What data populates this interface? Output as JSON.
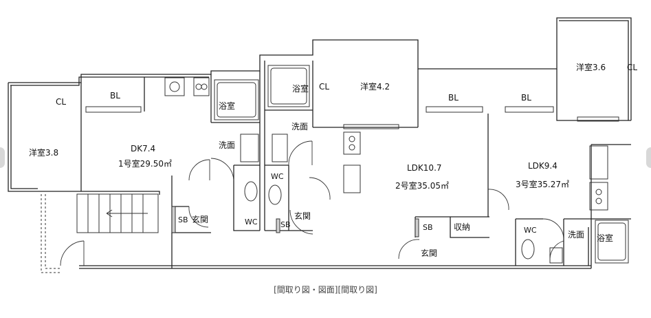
{
  "caption": "[間取り図・図面][間取り図]",
  "rooms": {
    "yoshitsu_3_8": "洋室3.8",
    "cl_left": "CL",
    "bl_1": "BL",
    "dk_7_4": "DK7.4",
    "unit1": "1号室29.50㎡",
    "yokushitsu_1": "浴室",
    "senmen_1": "洗面",
    "wc_1": "WC",
    "sb_1": "SB",
    "genkan_1": "玄関",
    "yokushitsu_2": "浴室",
    "cl_mid": "CL",
    "senmen_2": "洗面",
    "wc_2": "WC",
    "sb_2": "SB",
    "genkan_2": "玄関",
    "yoshitsu_4_2": "洋室4.2",
    "bl_2": "BL",
    "ldk_10_7": "LDK10.7",
    "unit2": "2号室35.05㎡",
    "sb_3": "SB",
    "shuno": "収納",
    "genkan_3": "玄関",
    "bl_3": "BL",
    "yoshitsu_3_6": "洋室3.6",
    "cl_right": "CL",
    "ldk_9_4": "LDK9.4",
    "unit3": "3号室35.27㎡",
    "wc_3": "WC",
    "senmen_3": "洗面",
    "yokushitsu_3": "浴室"
  }
}
